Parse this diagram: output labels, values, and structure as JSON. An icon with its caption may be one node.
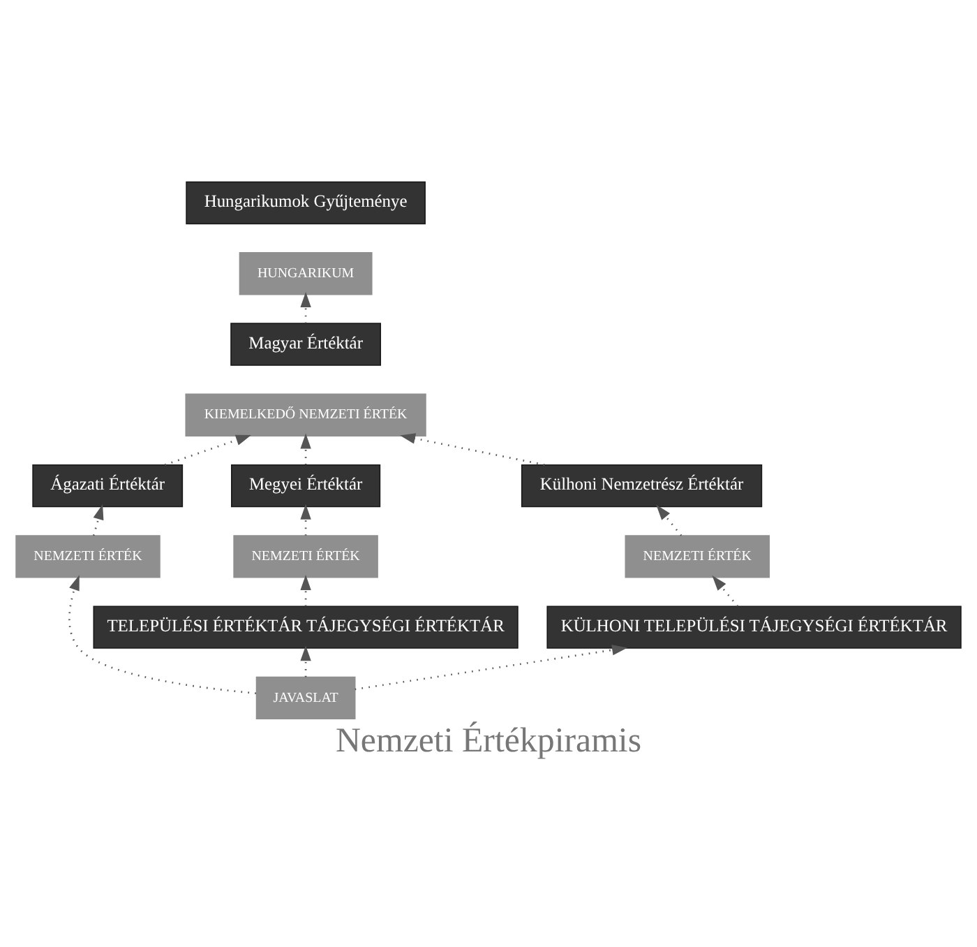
{
  "diagram": {
    "title": "Nemzeti Értékpiramis",
    "nodes": [
      {
        "text": [
          "Hungarikumok Gyűjteménye"
        ]
      },
      {
        "text": [
          "HUNGARIKUM"
        ]
      },
      {
        "text": [
          "Magyar Értéktár"
        ]
      },
      {
        "text": [
          "KIEMELKEDŐ NEMZETI ÉRTÉK"
        ]
      },
      {
        "text": [
          "Megyei Értéktár"
        ]
      },
      {
        "text": [
          "Ágazati Értéktár"
        ]
      },
      {
        "text": [
          "Külhoni Nemzetrész Értéktár"
        ]
      },
      {
        "text": [
          "NEMZETI ÉRTÉK"
        ]
      },
      {
        "text": [
          "NEMZETI ÉRTÉK"
        ]
      },
      {
        "text": [
          "NEMZETI ÉRTÉK"
        ]
      },
      {
        "text": [
          "TELEPÜLÉSI ÉRTÉKTÁR TÁJEGYSÉGI ÉRTÉKTÁR"
        ]
      },
      {
        "text": [
          "KÜLHONI TELEPÜLÉSI TÁJEGYSÉGI ÉRTÉKTÁR"
        ]
      },
      {
        "text": [
          "JAVASLAT"
        ]
      }
    ],
    "edges": [
      {
        "from": 2,
        "to": 1,
        "arrow": "to",
        "style": "dashed"
      },
      {
        "from": 4,
        "to": 3,
        "arrow": "to",
        "style": "dashed"
      },
      {
        "from": 5,
        "to": 3,
        "arrow": "to",
        "style": "dashed"
      },
      {
        "from": 6,
        "to": 3,
        "arrow": "to",
        "style": "dashed"
      },
      {
        "from": 7,
        "to": 4,
        "arrow": "to",
        "style": "dashed"
      },
      {
        "from": 8,
        "to": 5,
        "arrow": "to",
        "style": "dashed"
      },
      {
        "from": 9,
        "to": 6,
        "arrow": "to",
        "style": "dashed"
      },
      {
        "from": 10,
        "to": 7,
        "arrow": "to",
        "style": "dashed"
      },
      {
        "from": 11,
        "to": 9,
        "arrow": "to",
        "style": "dashed"
      },
      {
        "from": 12,
        "to": 10,
        "arrow": "to",
        "style": "dashed"
      },
      {
        "from": 12,
        "to": 8,
        "arrow": "to",
        "style": "dashed"
      },
      {
        "from": 12,
        "to": 11,
        "arrow": "to",
        "style": "dashed"
      }
    ]
  }
}
